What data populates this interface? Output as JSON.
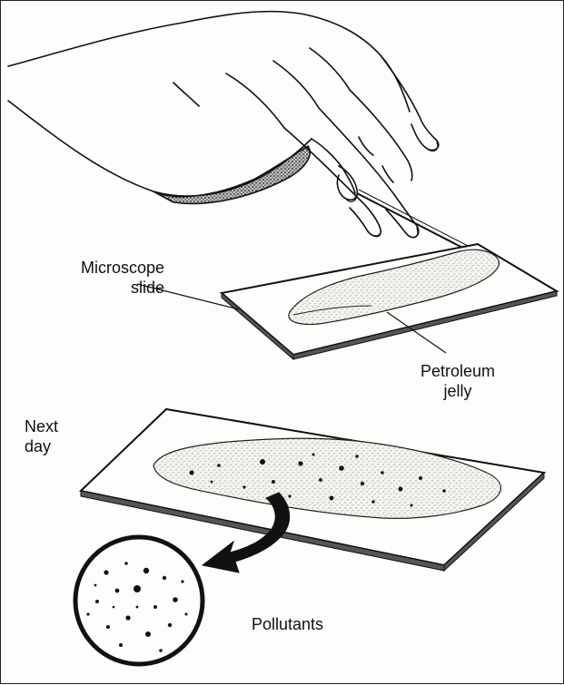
{
  "labels": {
    "microscope_slide_line1": "Microscope",
    "microscope_slide_line2": "slide",
    "petroleum_jelly_line1": "Petroleum",
    "petroleum_jelly_line2": "jelly",
    "next_day_line1": "Next",
    "next_day_line2": "day",
    "pollutants": "Pollutants"
  },
  "colors": {
    "ink": "#111111",
    "paper": "#fdfdfc",
    "jelly_fill": "#f3f1ec"
  },
  "icons": {
    "arrow": "curved-arrow-icon",
    "magnifier": "magnified-view-circle"
  }
}
